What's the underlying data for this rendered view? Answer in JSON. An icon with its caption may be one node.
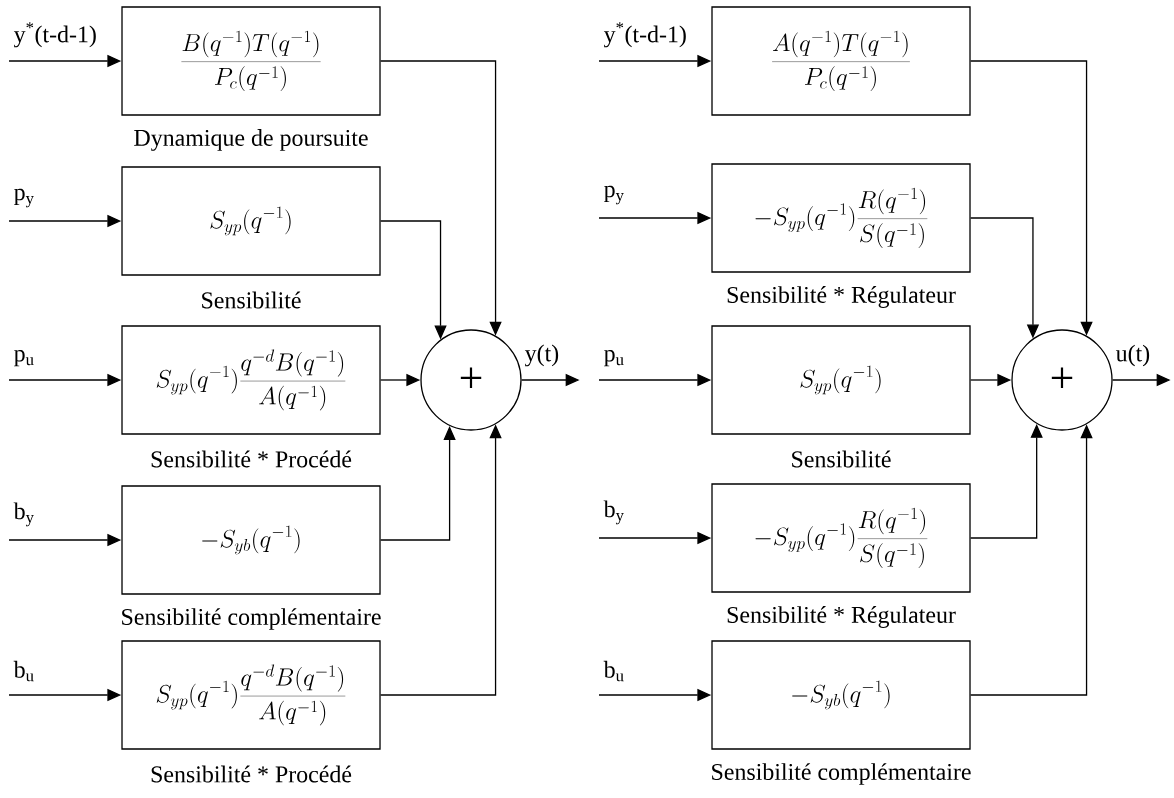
{
  "diagram": {
    "nodes": [
      {
        "text": [
          "\\frac{B(q^{-1})T(q^{-1})}{P_c(q^{-1})}"
        ],
        "beside": [
          "Dynamique de poursuite"
        ]
      },
      {
        "text": [
          "S_{yp}(q^{-1})"
        ],
        "beside": [
          "Sensibilité"
        ]
      },
      {
        "text": [
          "S_{yp}(q^{-1})\\frac{q^{-d}B(q^{-1})}{A(q^{-1})}"
        ],
        "beside": [
          "Sensibilité * Procédé"
        ]
      },
      {
        "text": [
          "-S_{yb}(q^{-1})"
        ],
        "beside": [
          "Sensibilité complémentaire"
        ]
      },
      {
        "text": [
          "S_{yp}(q^{-1})\\frac{q^{-d}B(q^{-1})}{A(q^{-1})}"
        ],
        "beside": [
          "Sensibilité * Procédé"
        ]
      },
      {
        "text": [
          "+"
        ]
      },
      {
        "text": [
          "\\frac{A(q^{-1})T(q^{-1})}{P_c(q^{-1})}"
        ]
      },
      {
        "text": [
          "-S_{yp}(q^{-1})\\frac{R(q^{-1})}{S(q^{-1})}"
        ],
        "beside": [
          "Sensibilité * Régulateur"
        ]
      },
      {
        "text": [
          "S_{yp}(q^{-1})"
        ],
        "beside": [
          "Sensibilité"
        ]
      },
      {
        "text": [
          "-S_{yp}(q^{-1})\\frac{R(q^{-1})}{S(q^{-1})}"
        ],
        "beside": [
          "Sensibilité * Régulateur"
        ]
      },
      {
        "text": [
          "-S_{yb}(q^{-1})"
        ],
        "beside": [
          "Sensibilité complémentaire"
        ]
      },
      {
        "text": [
          "+"
        ]
      }
    ],
    "edges": [
      {
        "from": null,
        "to": 0,
        "arrow": "to",
        "label": "y$^{*}$(t-d-1)"
      },
      {
        "from": null,
        "to": 1,
        "arrow": "to",
        "label": "p$_{y}$"
      },
      {
        "from": null,
        "to": 2,
        "arrow": "to",
        "label": "p$_{u}$"
      },
      {
        "from": null,
        "to": 3,
        "arrow": "to",
        "label": "b$_{y}$"
      },
      {
        "from": null,
        "to": 4,
        "arrow": "to",
        "label": "b$_{u}$"
      },
      {
        "from": 0,
        "to": 5,
        "arrow": "to"
      },
      {
        "from": 1,
        "to": 5,
        "arrow": "to"
      },
      {
        "from": 2,
        "to": 5,
        "arrow": "to"
      },
      {
        "from": 3,
        "to": 5,
        "arrow": "to"
      },
      {
        "from": 4,
        "to": 5,
        "arrow": "to"
      },
      {
        "from": 5,
        "to": null,
        "arrow": "to",
        "label": "y(t)"
      },
      {
        "from": null,
        "to": 6,
        "arrow": "to",
        "label": "y$^{*}$(t-d-1)"
      },
      {
        "from": null,
        "to": 7,
        "arrow": "to",
        "label": "p$_{y}$"
      },
      {
        "from": null,
        "to": 8,
        "arrow": "to",
        "label": "p$_{u}$"
      },
      {
        "from": null,
        "to": 9,
        "arrow": "to",
        "label": "b$_{y}$"
      },
      {
        "from": null,
        "to": 10,
        "arrow": "to",
        "label": "b$_{u}$"
      },
      {
        "from": 6,
        "to": 11,
        "arrow": "to"
      },
      {
        "from": 7,
        "to": 11,
        "arrow": "to"
      },
      {
        "from": 8,
        "to": 11,
        "arrow": "to"
      },
      {
        "from": 9,
        "to": 11,
        "arrow": "to"
      },
      {
        "from": 10,
        "to": 11,
        "arrow": "to"
      },
      {
        "from": 11,
        "to": null,
        "arrow": "to",
        "label": "u(t)"
      }
    ]
  }
}
